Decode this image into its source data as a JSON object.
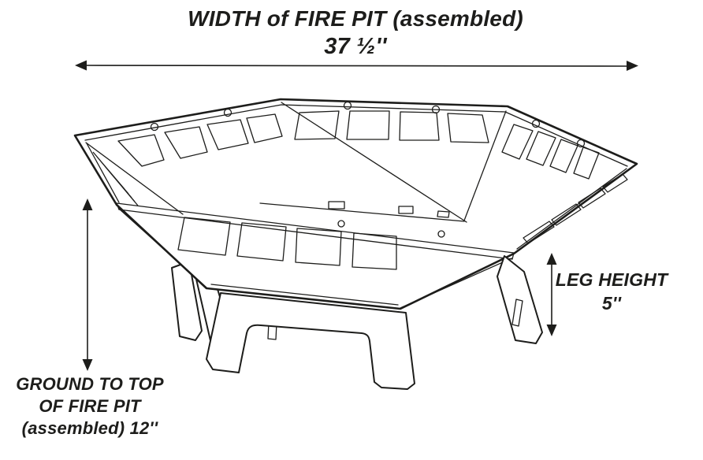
{
  "meta": {
    "subject": "fire-pit-assembled-dimensions-diagram"
  },
  "colors": {
    "ink": "#1d1d1b",
    "background": "#ffffff"
  },
  "annotations": {
    "width": {
      "label": "WIDTH of FIRE PIT (assembled)",
      "value": "37 ½''"
    },
    "ground": {
      "line1": "GROUND TO TOP",
      "line2": "OF FIRE PIT",
      "line3": "(assembled) 12''"
    },
    "leg": {
      "label": "LEG HEIGHT",
      "value": "5''"
    }
  }
}
